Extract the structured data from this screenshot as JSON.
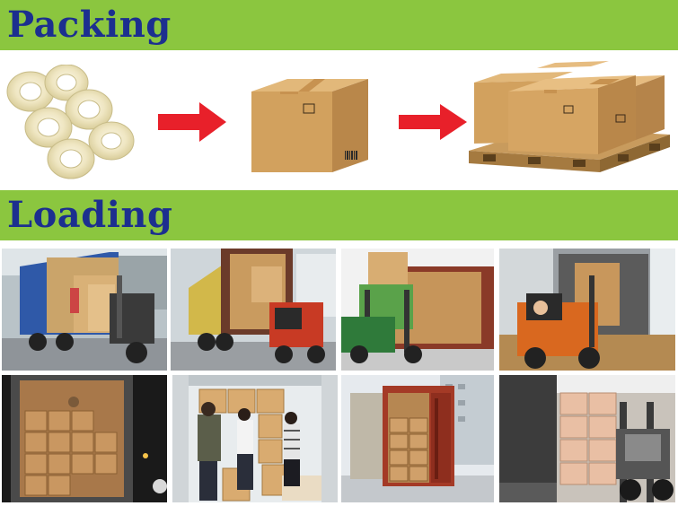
{
  "sections": {
    "packing": {
      "title": "Packing"
    },
    "loading": {
      "title": "Loading"
    }
  },
  "colors": {
    "banner_green": "#8bc63f",
    "title_blue": "#1c2f8f",
    "arrow_red": "#e8202a",
    "cardboard": "#d2a15e",
    "pallet_wood": "#b98b4e"
  },
  "icons": {
    "arrow_1": "red-arrow-right-icon",
    "arrow_2": "red-arrow-right-icon"
  },
  "photos": [
    "loading-photo-truck-blue-container",
    "loading-photo-truck-yellow-trailer",
    "loading-photo-forklift-pallet-lift",
    "loading-photo-forklift-operator",
    "loading-photo-container-night-stacking",
    "loading-photo-workers-stacking-boxes",
    "loading-photo-red-container-full",
    "loading-photo-forklift-warehouse"
  ]
}
